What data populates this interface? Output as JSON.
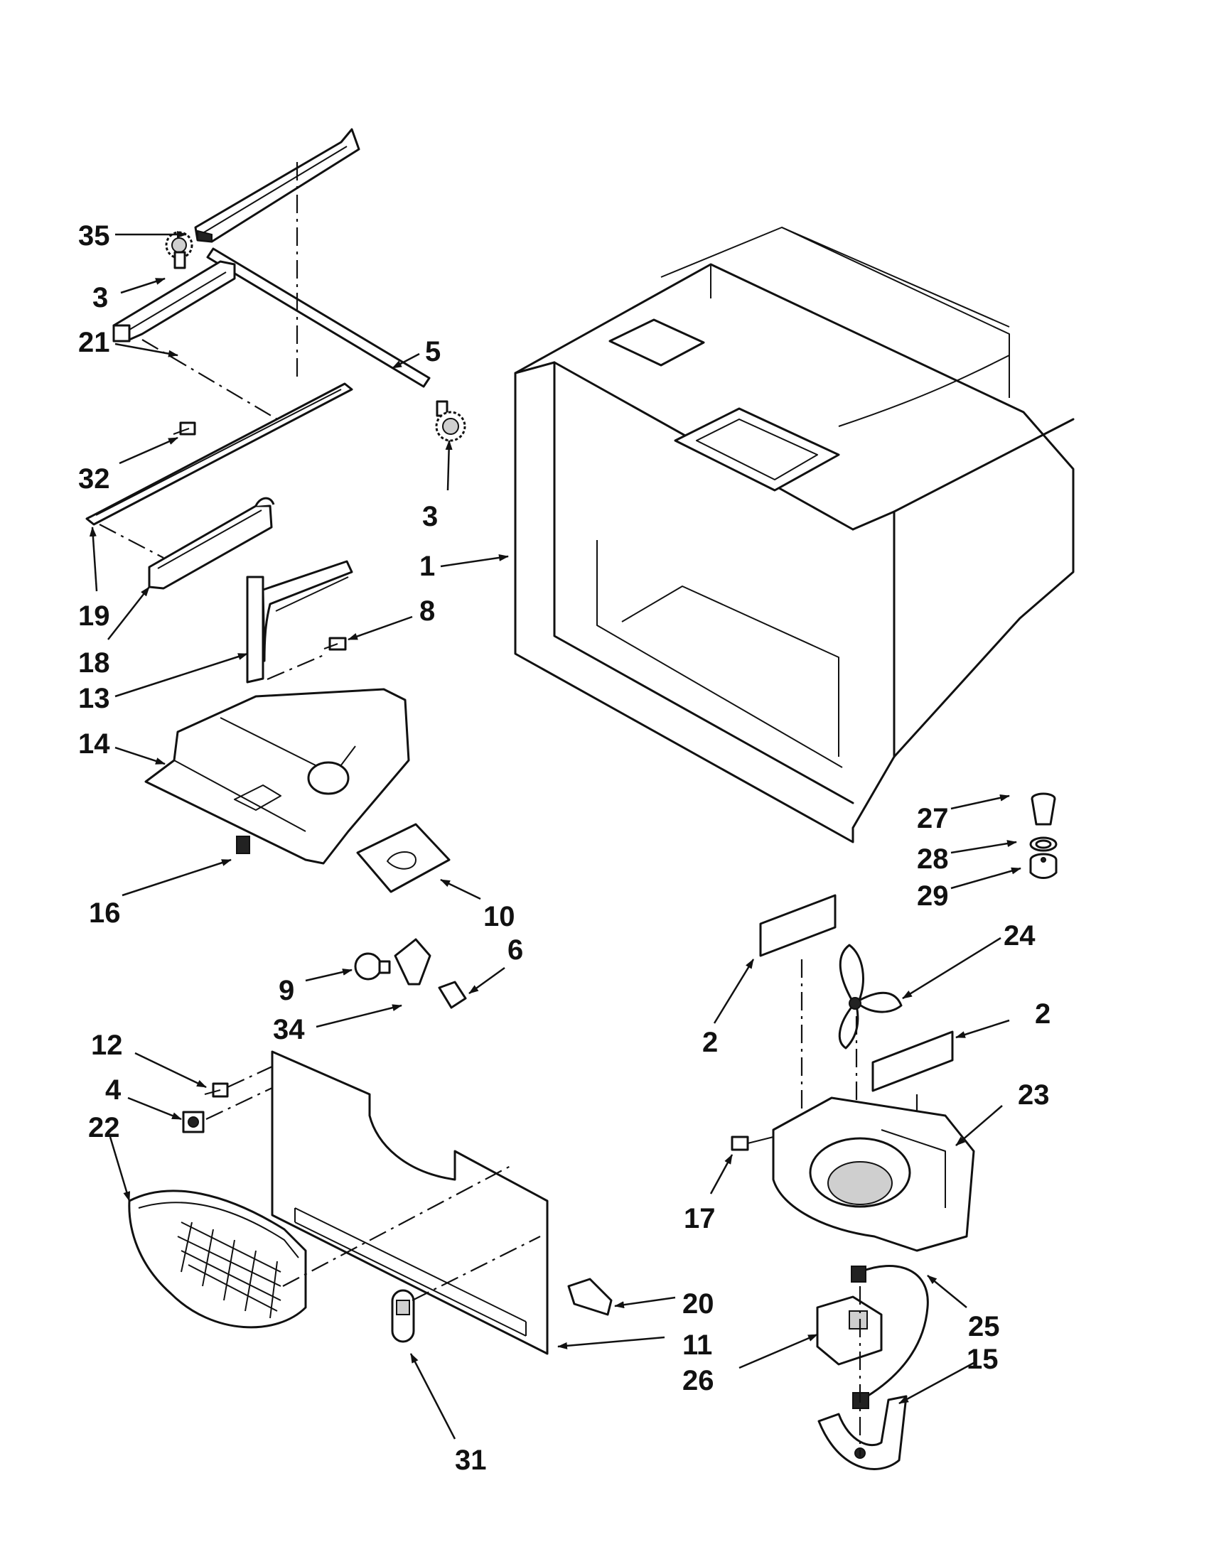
{
  "callouts": [
    {
      "id": "c35",
      "text": "35"
    },
    {
      "id": "c3a",
      "text": "3"
    },
    {
      "id": "c21",
      "text": "21"
    },
    {
      "id": "c5",
      "text": "5"
    },
    {
      "id": "c32",
      "text": "32"
    },
    {
      "id": "c3b",
      "text": "3"
    },
    {
      "id": "c1",
      "text": "1"
    },
    {
      "id": "c19",
      "text": "19"
    },
    {
      "id": "c18",
      "text": "18"
    },
    {
      "id": "c8",
      "text": "8"
    },
    {
      "id": "c13",
      "text": "13"
    },
    {
      "id": "c14",
      "text": "14"
    },
    {
      "id": "c27",
      "text": "27"
    },
    {
      "id": "c28",
      "text": "28"
    },
    {
      "id": "c29",
      "text": "29"
    },
    {
      "id": "c16",
      "text": "16"
    },
    {
      "id": "c10",
      "text": "10"
    },
    {
      "id": "c24",
      "text": "24"
    },
    {
      "id": "c6",
      "text": "6"
    },
    {
      "id": "c9",
      "text": "9"
    },
    {
      "id": "c34",
      "text": "34"
    },
    {
      "id": "c2a",
      "text": "2"
    },
    {
      "id": "c2b",
      "text": "2"
    },
    {
      "id": "c12",
      "text": "12"
    },
    {
      "id": "c23",
      "text": "23"
    },
    {
      "id": "c4",
      "text": "4"
    },
    {
      "id": "c22",
      "text": "22"
    },
    {
      "id": "c17",
      "text": "17"
    },
    {
      "id": "c20",
      "text": "20"
    },
    {
      "id": "c25",
      "text": "25"
    },
    {
      "id": "c11",
      "text": "11"
    },
    {
      "id": "c26",
      "text": "26"
    },
    {
      "id": "c15",
      "text": "15"
    },
    {
      "id": "c31",
      "text": "31"
    }
  ]
}
